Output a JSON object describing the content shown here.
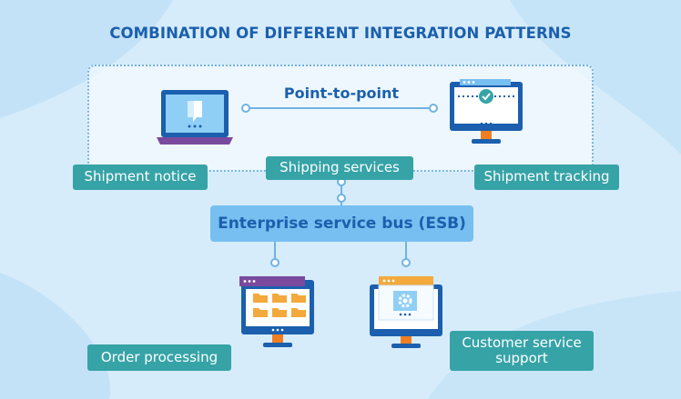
{
  "title": "COMBINATION OF DIFFERENT INTEGRATION PATTERNS",
  "point_to_point": {
    "label": "Point-to-point"
  },
  "esb": {
    "label": "Enterprise service bus (ESB)"
  },
  "nodes": {
    "shipment_notice": "Shipment notice",
    "shipping_services": "Shipping services",
    "shipment_tracking": "Shipment tracking",
    "order_processing": "Order processing",
    "customer_service_support": "Customer service support"
  },
  "icons": {
    "shipment_notice": "laptop-chat-icon",
    "shipment_tracking": "monitor-checkmark-icon",
    "order_processing": "monitor-folders-icon",
    "customer_service_support": "monitor-gear-icon"
  },
  "colors": {
    "title": "#1b5fae",
    "tag": "#36a3a7",
    "esb": "#77bff0",
    "monitor_frame": "#1b5fae",
    "connector": "#6fb3e2",
    "stand": "#f07f22",
    "purple": "#7a4a9e",
    "folder": "#f3a93c"
  }
}
